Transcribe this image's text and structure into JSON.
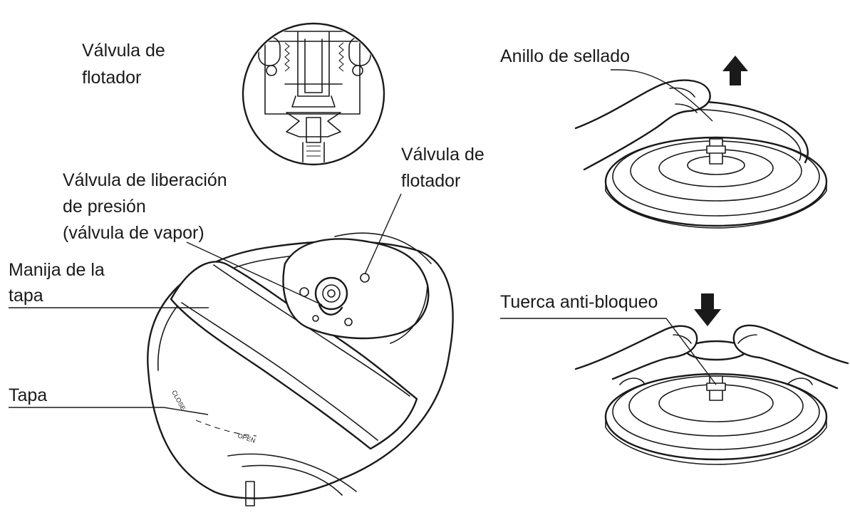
{
  "labels": {
    "float_valve_detail": [
      "Válvula de",
      "flotador"
    ],
    "float_valve": [
      "Válvula de",
      "flotador"
    ],
    "pressure_release_valve": [
      "Válvula de liberación",
      "de presión",
      "(válvula de vapor)"
    ],
    "lid_handle": [
      "Manija de la",
      "tapa"
    ],
    "lid": [
      "Tapa"
    ],
    "sealing_ring": [
      "Anillo de sellado"
    ],
    "anti_block_nut": [
      "Tuerca anti-bloqueo"
    ]
  },
  "lid_markings": [
    "CLOSE",
    "OPEN"
  ],
  "arrows": {
    "sealing_ring": "up",
    "anti_block_nut": "down"
  }
}
